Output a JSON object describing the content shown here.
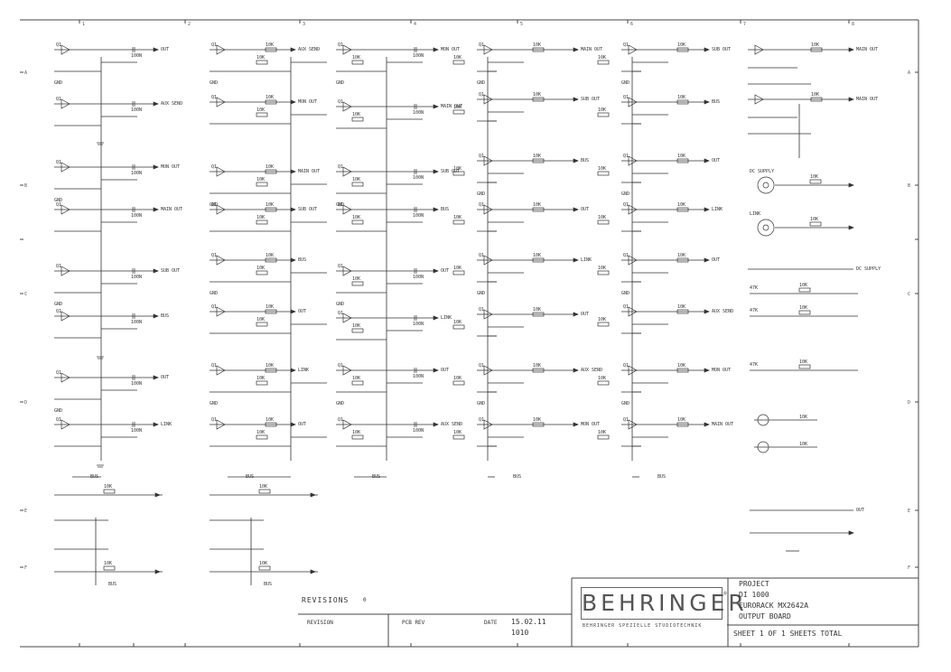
{
  "revision": {
    "label": "REVISIONS",
    "mark": "0",
    "col1": "REVISION",
    "col2": "PCB REV",
    "col3": "DATE",
    "date": "15.02.11",
    "ref": "1010"
  },
  "title_block": {
    "brand": "BEHRINGER",
    "tm": "®",
    "brand_sub": "BEHRINGER  SPEZIELLE STUDIOTECHNIK",
    "lines": [
      "PROJECT",
      "DI 1000",
      "EURORACK MX2642A",
      "OUTPUT BOARD"
    ],
    "sheet_info": "SHEET 1 OF 1   SHEETS TOTAL"
  },
  "zones": {
    "top": [
      "1",
      "2",
      "3",
      "4",
      "5",
      "6",
      "7",
      "8"
    ],
    "right": [
      "A",
      "B",
      "C",
      "D",
      "E",
      "F"
    ],
    "left": [
      "A",
      "B",
      "C",
      "D",
      "E",
      "F"
    ]
  },
  "labels": {
    "c": "100N",
    "r": "10K",
    "r2": "47K",
    "q": "Q1",
    "gnd": "GND",
    "out": "OUT",
    "sub": "SUB OUT",
    "aux": "AUX SEND",
    "mon": "MON OUT",
    "main": "MAIN OUT",
    "bus": "BUS",
    "dc": "DC SUPPLY",
    "link": "LINK"
  }
}
